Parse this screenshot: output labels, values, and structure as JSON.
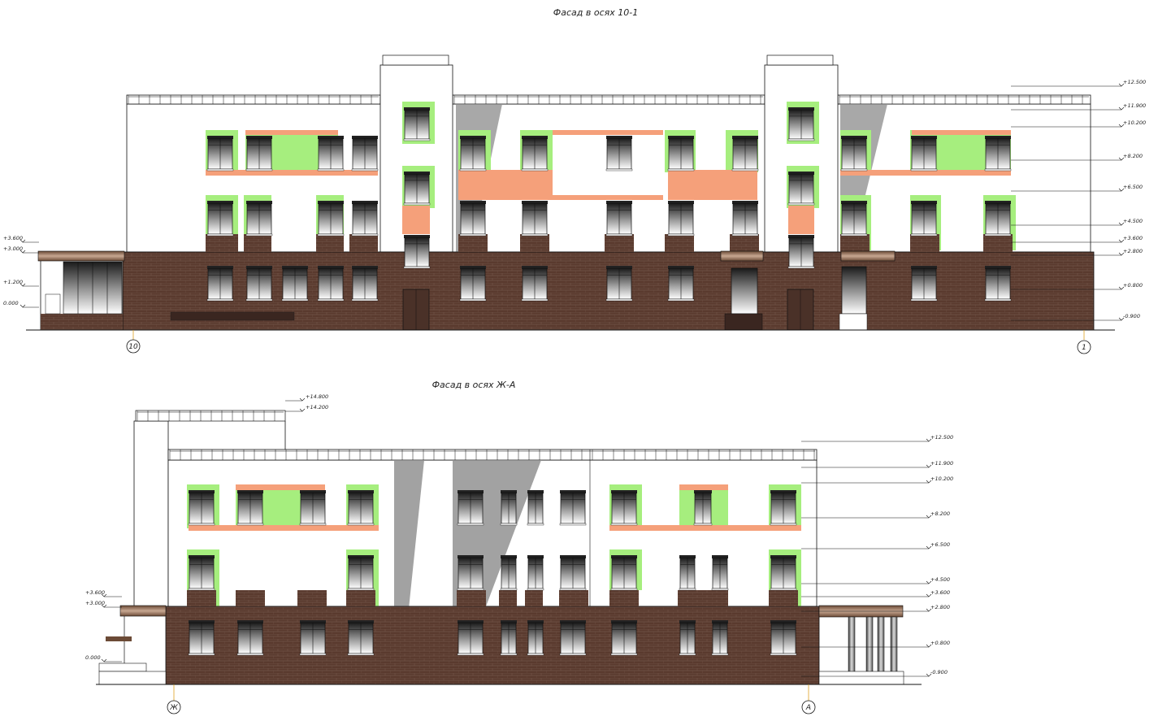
{
  "colors": {
    "brick": "#5a3a2e",
    "brick_line": "#74574b",
    "accent_green": "#a6ee7e",
    "accent_orange": "#f5a07a",
    "shadow": "#8b8b8b",
    "axis_line": "#e0a020",
    "outline": "#111111"
  },
  "elevation_top": {
    "title": "Фасад в осях 10-1",
    "axis_left": "10",
    "axis_right": "1",
    "levels_right": [
      "+12.500",
      "+11.900",
      "+10.200",
      "+8.200",
      "+6.500",
      "+4.500",
      "+3.600",
      "+2.800",
      "+0.800",
      "-0.900"
    ],
    "levels_left": [
      "+3.600",
      "+3.000",
      "+1.200",
      "0.000"
    ]
  },
  "elevation_bottom": {
    "title": "Фасад в осях Ж-А",
    "axis_left": "Ж",
    "axis_right": "А",
    "levels_top": [
      "+14.800",
      "+14.200"
    ],
    "levels_right": [
      "+12.500",
      "+11.900",
      "+10.200",
      "+8.200",
      "+6.500",
      "+4.500",
      "+3.600",
      "+2.800",
      "+0.800",
      "-0.900"
    ],
    "levels_left": [
      "+3.600",
      "+3.000",
      "0.000"
    ]
  }
}
